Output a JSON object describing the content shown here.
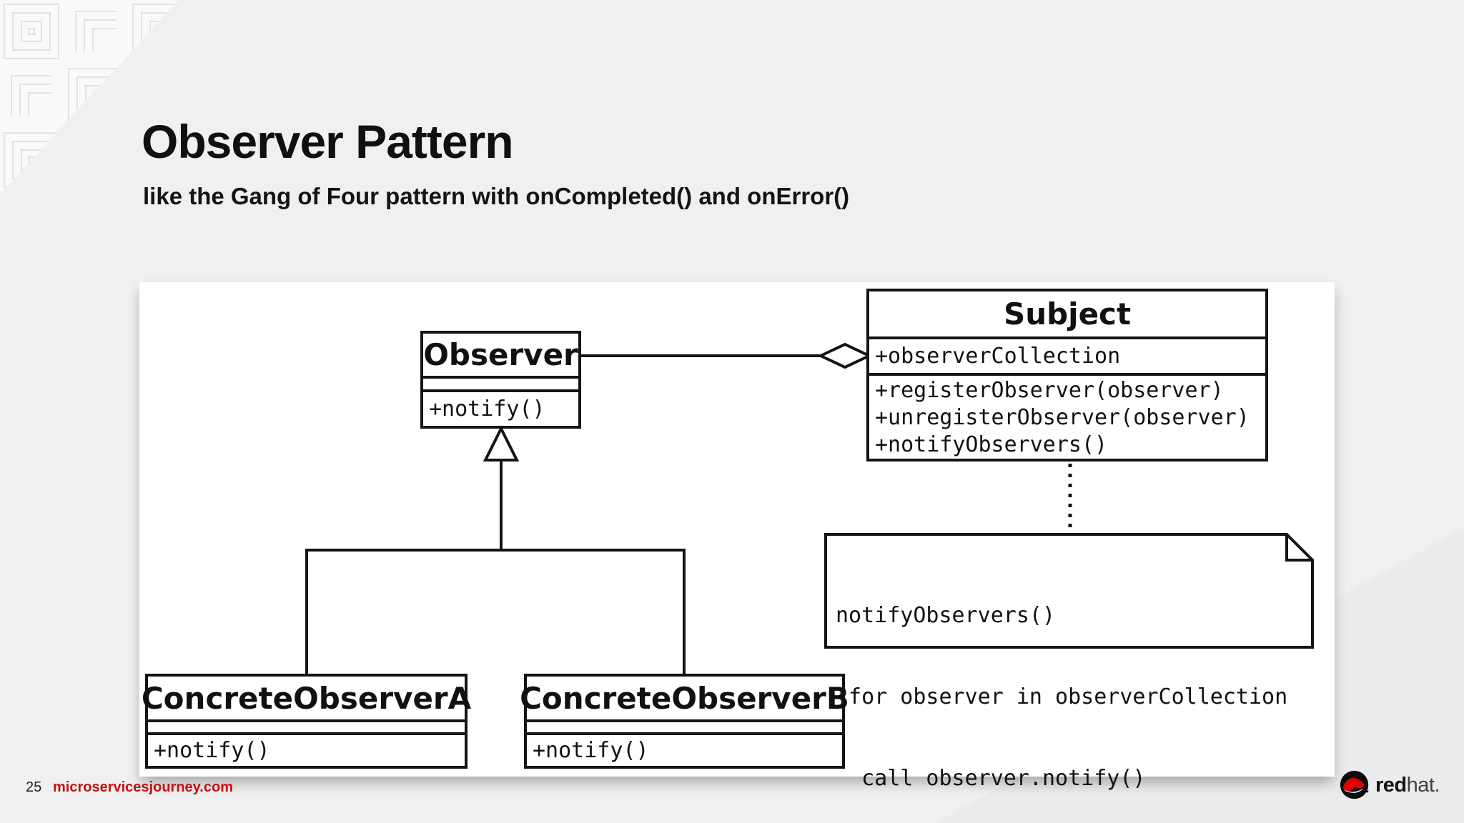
{
  "slide": {
    "title": "Observer Pattern",
    "subtitle": "like the Gang of Four pattern with onCompleted() and onError()",
    "page_number": "25",
    "footer_link": "microservicesjourney.com"
  },
  "brand": {
    "word_bold": "red",
    "word_light": "hat."
  },
  "colors": {
    "background": "#f0f0f0",
    "panel": "#ffffff",
    "ink": "#141414",
    "footer_red": "#c21212",
    "fedora_red": "#e00000"
  },
  "diagram": {
    "type": "uml-class-diagram",
    "classes": [
      {
        "name": "Observer",
        "attributes": [],
        "methods": [
          "+notify()"
        ]
      },
      {
        "name": "Subject",
        "attributes": [
          "+observerCollection"
        ],
        "methods": [
          "+registerObserver(observer)",
          "+unregisterObserver(observer)",
          "+notifyObservers()"
        ]
      },
      {
        "name": "ConcreteObserverA",
        "attributes": [],
        "methods": [
          "+notify()"
        ]
      },
      {
        "name": "ConcreteObserverB",
        "attributes": [],
        "methods": [
          "+notify()"
        ]
      }
    ],
    "relationships": [
      {
        "from": "Observer",
        "to": "Subject",
        "type": "aggregation"
      },
      {
        "from": "ConcreteObserverA",
        "to": "Observer",
        "type": "inheritance"
      },
      {
        "from": "ConcreteObserverB",
        "to": "Observer",
        "type": "inheritance"
      },
      {
        "from": "Subject",
        "to": "note",
        "type": "dotted-anchor"
      }
    ],
    "note_lines": [
      "notifyObservers()",
      " for observer in observerCollection",
      "  call observer.notify()"
    ]
  }
}
